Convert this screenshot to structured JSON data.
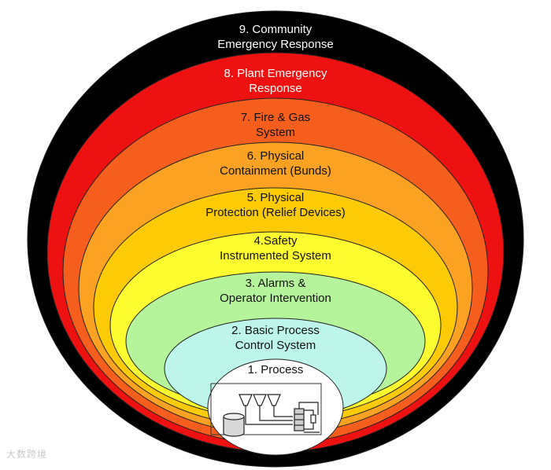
{
  "diagram": {
    "layers": [
      {
        "number": "9",
        "lines": [
          "9. Community",
          "Emergency Response"
        ],
        "color": "#000000",
        "text_color": "#ffffff"
      },
      {
        "number": "8",
        "lines": [
          "8. Plant Emergency",
          "Response"
        ],
        "color": "#ee1111",
        "text_color": "#ffffff"
      },
      {
        "number": "7",
        "lines": [
          "7. Fire & Gas",
          "System"
        ],
        "color": "#f65e1e",
        "text_color": "#111111"
      },
      {
        "number": "6",
        "lines": [
          "6. Physical",
          "Containment (Bunds)"
        ],
        "color": "#fba222",
        "text_color": "#111111"
      },
      {
        "number": "5",
        "lines": [
          "5. Physical",
          "Protection (Relief Devices)"
        ],
        "color": "#fdcb06",
        "text_color": "#111111"
      },
      {
        "number": "4",
        "lines": [
          "4.Safety",
          "Instrumented System"
        ],
        "color": "#fefd2f",
        "text_color": "#111111"
      },
      {
        "number": "3",
        "lines": [
          "3. Alarms &",
          "Operator Intervention"
        ],
        "color": "#b5f49a",
        "text_color": "#111111"
      },
      {
        "number": "2",
        "lines": [
          "2. Basic Process",
          "Control System"
        ],
        "color": "#bef5eb",
        "text_color": "#111111"
      },
      {
        "number": "1",
        "lines": [
          "1. Process"
        ],
        "color": "#ffffff",
        "text_color": "#111111"
      }
    ],
    "process_icon": "process-plant-schematic-icon",
    "watermark": "大数跨境"
  }
}
